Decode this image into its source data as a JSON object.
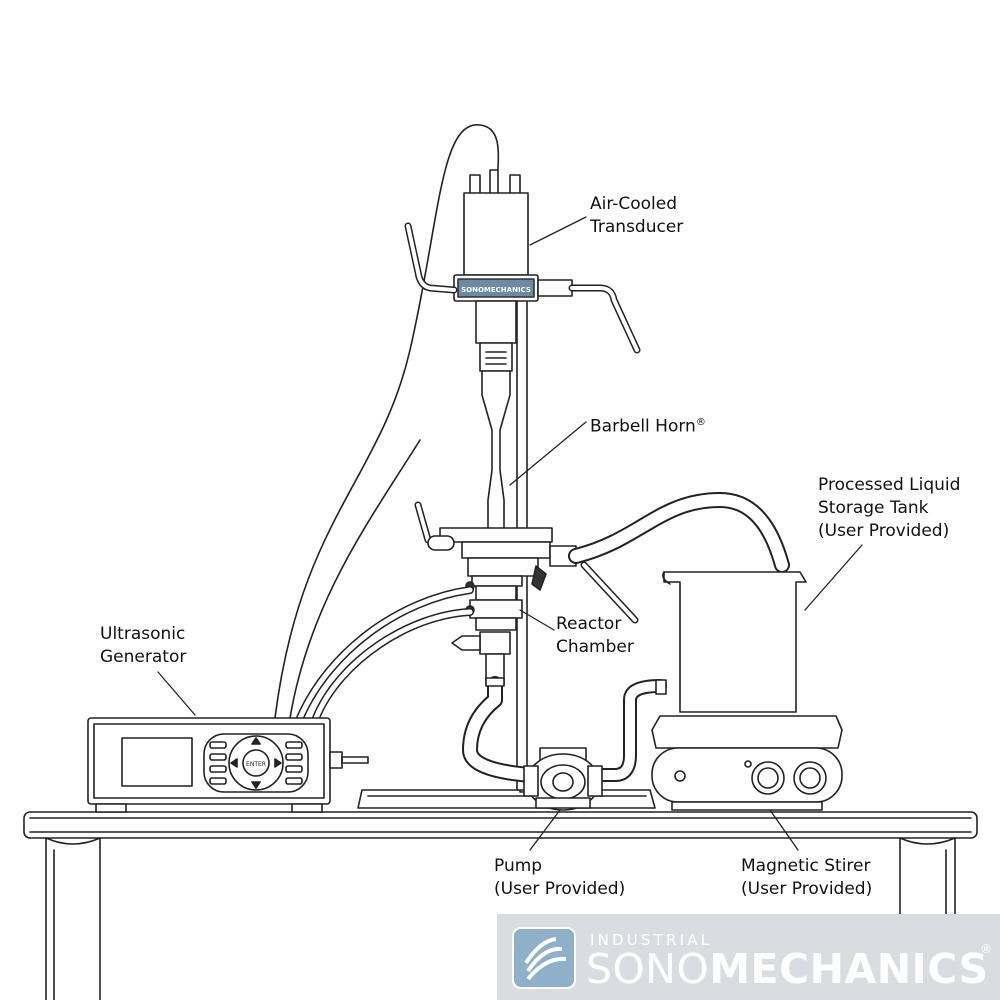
{
  "labels": {
    "transducer": [
      "Air-Cooled",
      "Transducer"
    ],
    "horn": "Barbell Horn",
    "horn_mark": "®",
    "tank": [
      "Processed Liquid",
      "Storage Tank",
      "(User Provided)"
    ],
    "reactor": [
      "Reactor",
      "Chamber"
    ],
    "generator": [
      "Ultrasonic",
      "Generator"
    ],
    "pump": [
      "Pump",
      "(User Provided)"
    ],
    "stirer": [
      "Magnetic Stirer",
      "(User Provided)"
    ]
  },
  "device_brand": "SONOMECHANICS",
  "generator_button": "ENTER",
  "logo": {
    "top": "INDUSTRIAL",
    "main_light": "SONO",
    "main_bold": "MECHANICS",
    "reg": "®"
  },
  "colors": {
    "line": "#222222",
    "logo_bar": "#d9dde1",
    "logo_badge": "#8fb0c9",
    "brand_plate": "#6b8aa3"
  }
}
